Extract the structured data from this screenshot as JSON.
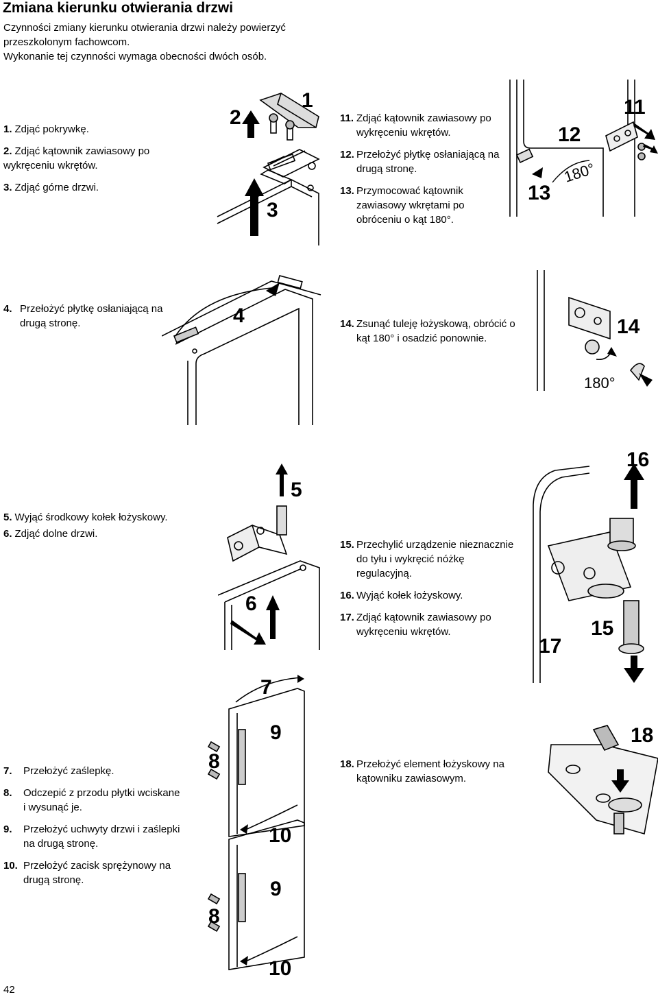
{
  "title": "Zmiana kierunku otwierania drzwi",
  "intro": {
    "line1": "Czynności zmiany kierunku otwierania drzwi należy powierzyć przeszkolonym fachowcom.",
    "line2": "Wykonanie tej czynności wymaga obecności dwóch osób."
  },
  "steps": {
    "s1": {
      "n": "1.",
      "t": "Zdjąć pokrywkę."
    },
    "s2": {
      "n": "2.",
      "t": "Zdjąć kątownik zawiasowy po wykręceniu wkrętów."
    },
    "s3": {
      "n": "3.",
      "t": "Zdjąć górne drzwi."
    },
    "s4": {
      "n": "4.",
      "t": "Przełożyć płytkę osłaniającą na drugą stronę."
    },
    "s5": {
      "n": "5.",
      "t": "Wyjąć środkowy kołek łożyskowy."
    },
    "s6": {
      "n": "6.",
      "t": "Zdjąć dolne drzwi."
    },
    "s7": {
      "n": "7.",
      "t": "Przełożyć zaślepkę."
    },
    "s8": {
      "n": "8.",
      "t": "Odczepić z przodu płytki wciskane i wysunąć je."
    },
    "s9": {
      "n": "9.",
      "t": "Przełożyć uchwyty drzwi i zaślepki na drugą stronę."
    },
    "s10": {
      "n": "10.",
      "t": "Przełożyć zacisk sprężynowy na drugą stronę."
    },
    "s11": {
      "n": "11.",
      "t": "Zdjąć kątownik zawiasowy po wykręceniu wkrętów."
    },
    "s12": {
      "n": "12.",
      "t": "Przełożyć płytkę osłaniającą na drugą stronę."
    },
    "s13": {
      "n": "13.",
      "t": "Przymocować kątownik zawiasowy wkrętami po obróceniu o kąt 180°."
    },
    "s14": {
      "n": "14.",
      "t": "Zsunąć tuleję łożyskową, obrócić o kąt 180° i osadzić ponownie."
    },
    "s15": {
      "n": "15.",
      "t": "Przechylić urządzenie nieznacznie do tyłu i wykręcić nóżkę regulacyjną."
    },
    "s16": {
      "n": "16.",
      "t": "Wyjąć kołek łożyskowy."
    },
    "s17": {
      "n": "17.",
      "t": "Zdjąć kątownik zawiasowy po wykręceniu wkrętów."
    },
    "s18": {
      "n": "18.",
      "t": "Przełożyć element łożyskowy na kątowniku zawiasowym."
    }
  },
  "figure_labels": {
    "f1": "1",
    "f2": "2",
    "f3": "3",
    "f4": "4",
    "f5": "5",
    "f6": "6",
    "f7": "7",
    "f8a": "8",
    "f8b": "8",
    "f9a": "9",
    "f9b": "9",
    "f10a": "10",
    "f10b": "10",
    "f11": "11",
    "f12": "12",
    "f13": "13",
    "f14": "14",
    "f15": "15",
    "f16": "16",
    "f17": "17",
    "f18": "18",
    "angle13": "180°",
    "angle14": "180°"
  },
  "page_number": "42"
}
